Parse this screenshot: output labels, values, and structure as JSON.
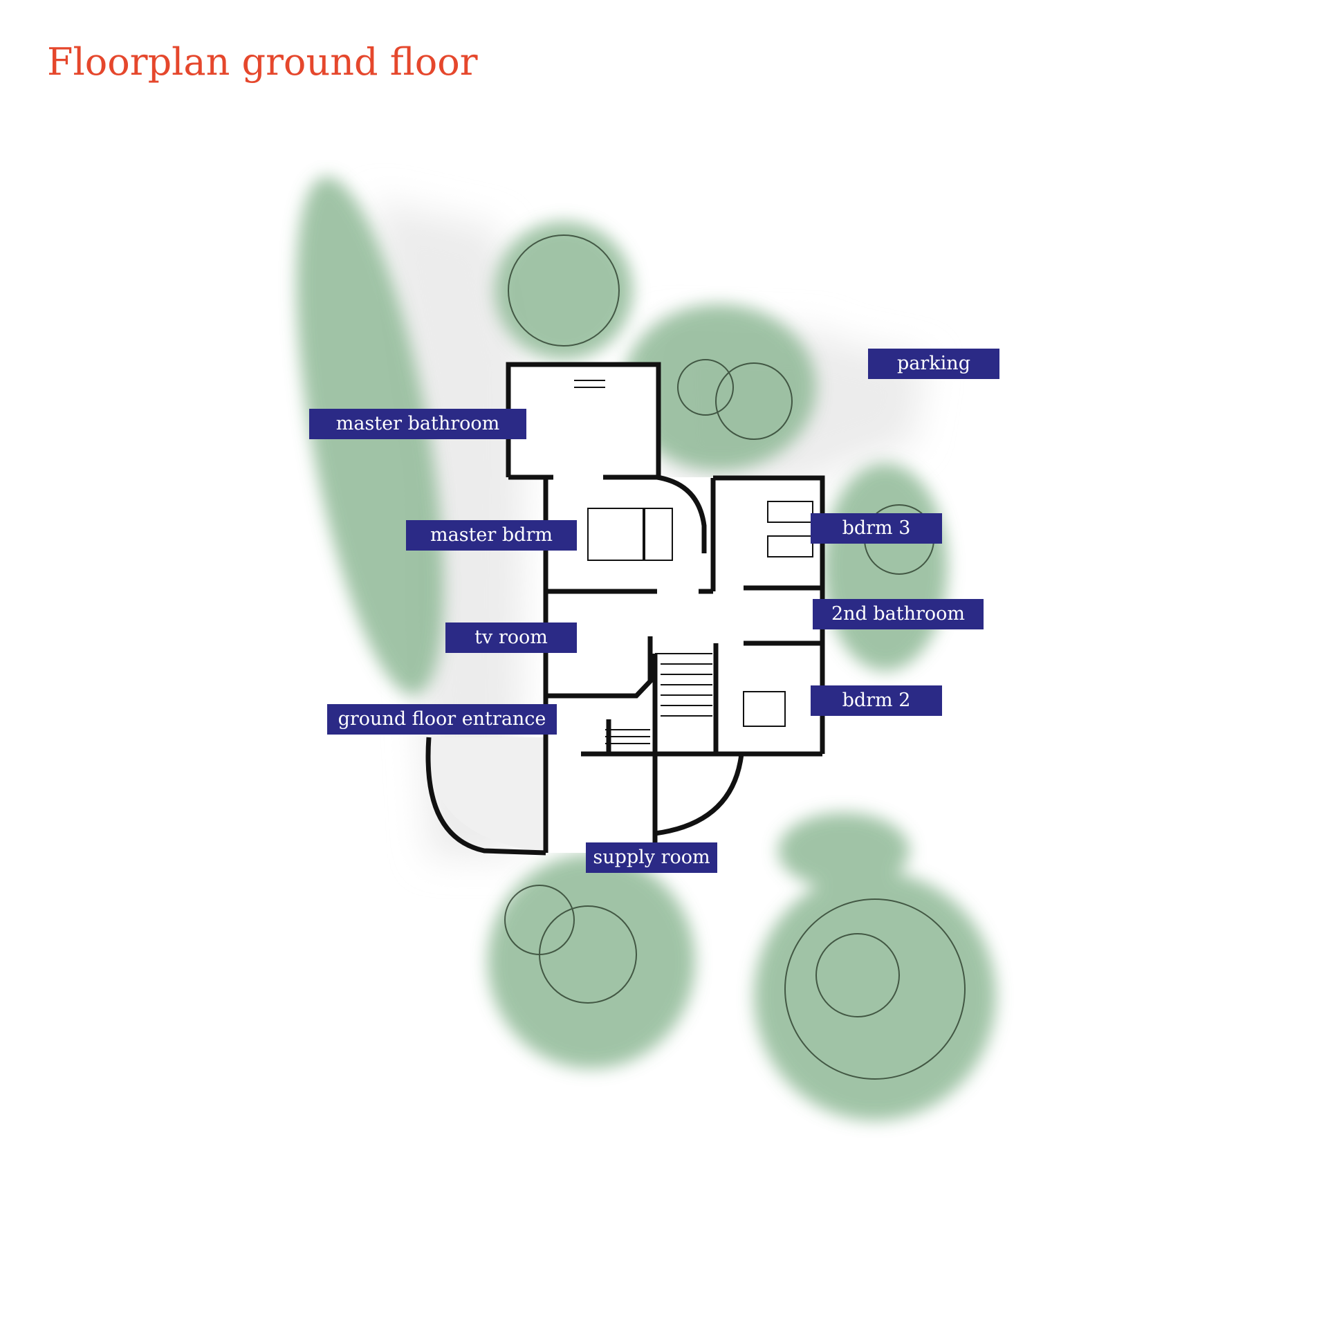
{
  "title": "Floorplan ground floor",
  "colors": {
    "title": "#e5472c",
    "label_bg": "#2b2a86",
    "label_text": "#ffffff",
    "foliage": "#8fb996",
    "walls": "#111111"
  },
  "labels": {
    "parking": "parking",
    "master_bathroom": "master bathroom",
    "master_bdrm": "master bdrm",
    "bdrm_3": "bdrm 3",
    "second_bathroom": "2nd bathroom",
    "tv_room": "tv room",
    "bdrm_2": "bdrm 2",
    "ground_floor_entrance": "ground floor entrance",
    "supply_room": "supply room"
  }
}
